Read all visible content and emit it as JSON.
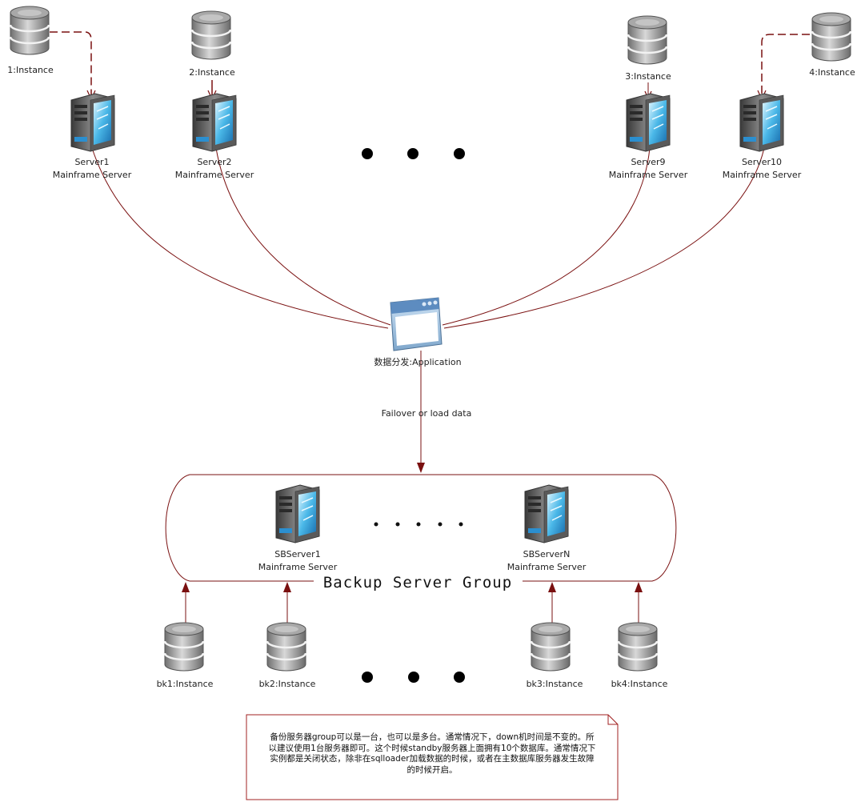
{
  "top_instances": [
    {
      "name": "1:Instance"
    },
    {
      "name": "2:Instance"
    },
    {
      "name": "3:Instance"
    },
    {
      "name": "4:Instance"
    }
  ],
  "top_servers": [
    {
      "name": "Server1",
      "type": "Mainframe Server"
    },
    {
      "name": "Server2",
      "type": "Mainframe Server"
    },
    {
      "name": "Server9",
      "type": "Mainframe Server"
    },
    {
      "name": "Server10",
      "type": "Mainframe Server"
    }
  ],
  "application": {
    "name": "数据分发:Application"
  },
  "edge_label": "Failover or load data",
  "backup_group": {
    "title": "Backup Server Group",
    "servers": [
      {
        "name": "SBServer1",
        "type": "Mainframe Server"
      },
      {
        "name": "SBServerN",
        "type": "Mainframe Server"
      }
    ]
  },
  "backup_instances": [
    {
      "name": "bk1:Instance"
    },
    {
      "name": "bk2:Instance"
    },
    {
      "name": "bk3:Instance"
    },
    {
      "name": "bk4:Instance"
    }
  ],
  "note": {
    "lines": [
      "备份服务器group可以是一台，也可以是多台。通常情况下，down机时间是不变的。所",
      "以建议使用1台服务器即可。这个时候standby服务器上面拥有10个数据库。通常情况下",
      "实例都是关闭状态，除非在sqlloader加载数据的时候，或者在主数据库服务器发生故障",
      "的时候开启。"
    ]
  },
  "colors": {
    "connector": "#7a1010",
    "note_border": "#a02020"
  },
  "icons": {
    "instance": "database-icon",
    "server": "server-tower-icon",
    "application": "application-window-icon"
  }
}
